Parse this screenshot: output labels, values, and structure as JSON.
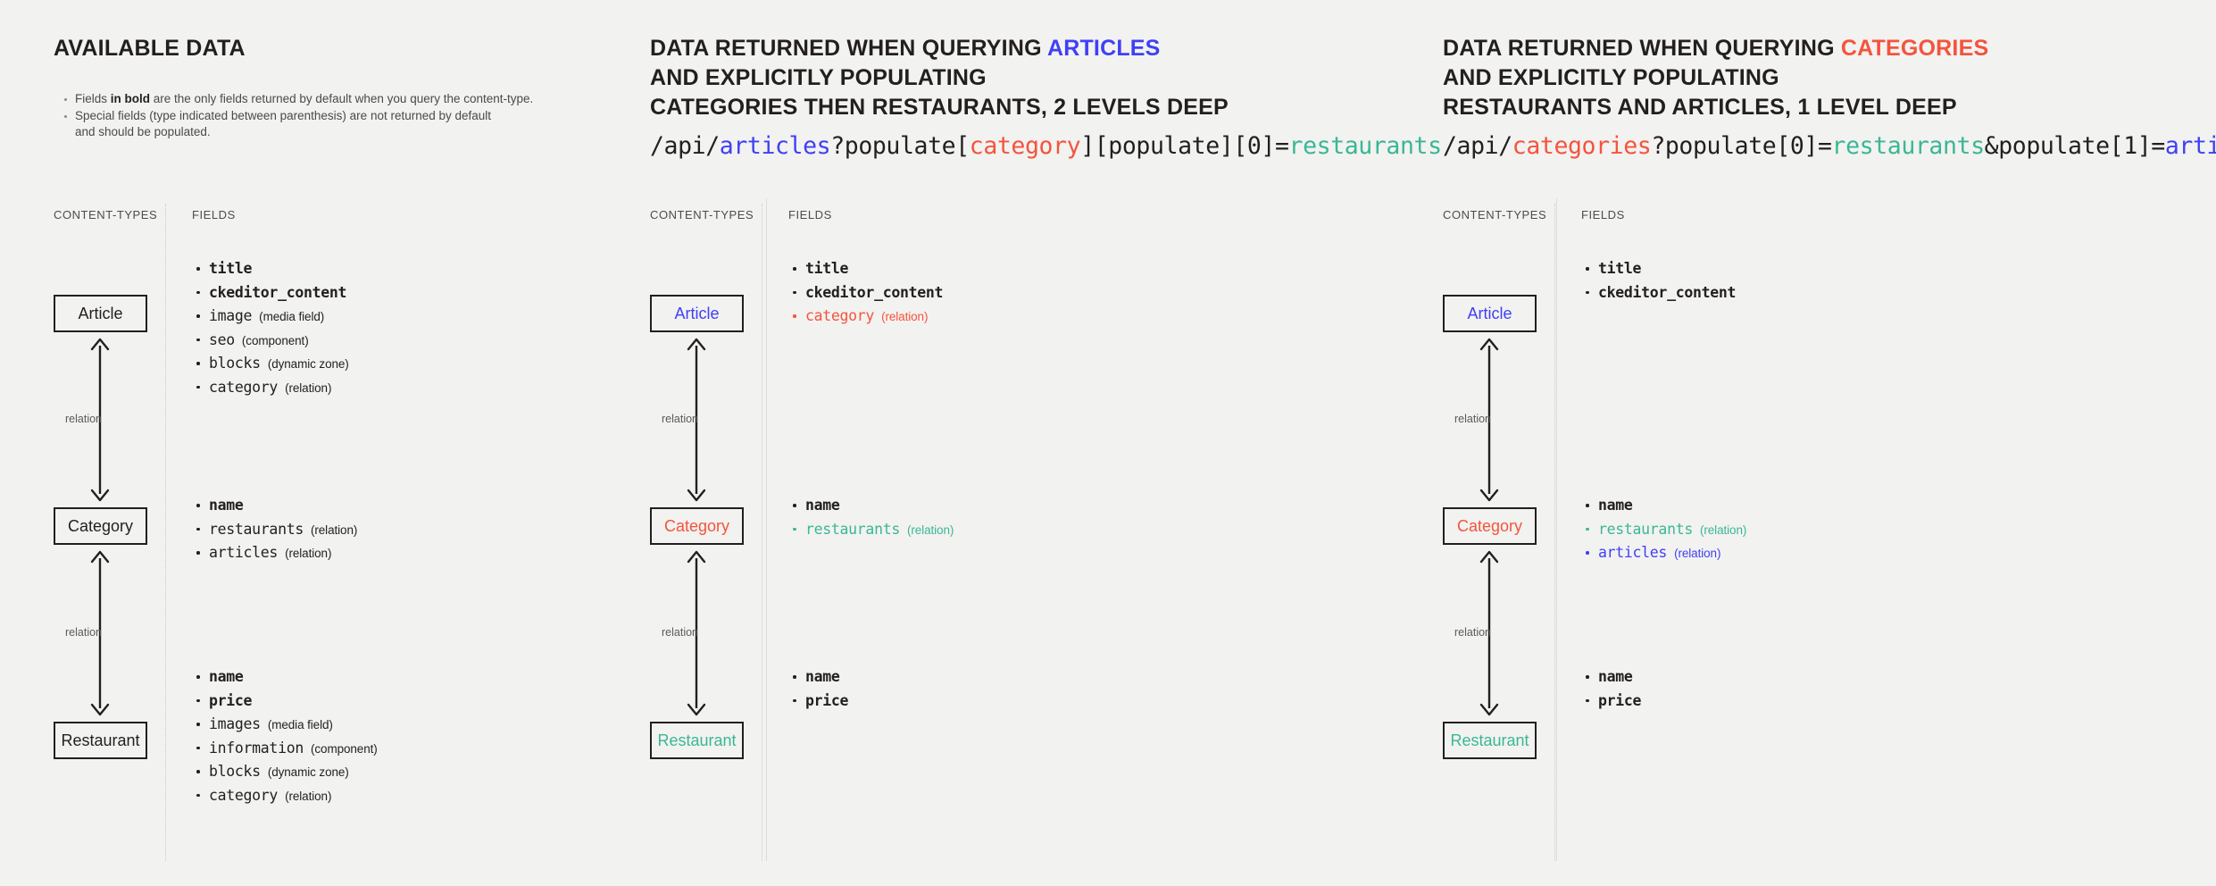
{
  "colors": {
    "background": "#f2f2f0",
    "ink": "#231f20",
    "articles": "#4040f5",
    "categories": "#f4543d",
    "restaurants": "#3ab795",
    "muted": "#5a5a5a",
    "divider": "#c9c9c6"
  },
  "common": {
    "col_content_types": "CONTENT-TYPES",
    "col_fields": "FIELDS",
    "relation_label": "relation",
    "type_media": "(media field)",
    "type_component": "(component)",
    "type_dynamic": "(dynamic zone)",
    "type_relation": "(relation)"
  },
  "panels": [
    {
      "id": "available-data",
      "title_lines": [
        [
          {
            "text": "AVAILABLE DATA",
            "color": "ink"
          }
        ]
      ],
      "bullets": [
        {
          "pre": "Fields ",
          "bold": "in bold",
          "post": " are the only fields returned by default when you query the content-type."
        },
        {
          "pre": "Special fields (type indicated between parenthesis) are not returned by default",
          "bold": "",
          "post": ""
        },
        {
          "pre": "and should be populated.",
          "bold": "",
          "post": "",
          "indent": true
        }
      ],
      "api_url": null,
      "nodes": [
        {
          "label": "Article",
          "color": "ink"
        },
        {
          "label": "Category",
          "color": "ink"
        },
        {
          "label": "Restaurant",
          "color": "ink"
        }
      ],
      "field_groups": [
        {
          "node": "Article",
          "fields": [
            {
              "name": "title",
              "type": "",
              "bold": true,
              "color": "ink"
            },
            {
              "name": "ckeditor_content",
              "type": "",
              "bold": true,
              "color": "ink"
            },
            {
              "name": "image",
              "type": "(media field)",
              "bold": false,
              "color": "ink"
            },
            {
              "name": "seo",
              "type": "(component)",
              "bold": false,
              "color": "ink"
            },
            {
              "name": "blocks",
              "type": "(dynamic zone)",
              "bold": false,
              "color": "ink"
            },
            {
              "name": "category",
              "type": "(relation)",
              "bold": false,
              "color": "ink"
            }
          ]
        },
        {
          "node": "Category",
          "fields": [
            {
              "name": "name",
              "type": "",
              "bold": true,
              "color": "ink"
            },
            {
              "name": "restaurants",
              "type": "(relation)",
              "bold": false,
              "color": "ink"
            },
            {
              "name": "articles",
              "type": "(relation)",
              "bold": false,
              "color": "ink"
            }
          ]
        },
        {
          "node": "Restaurant",
          "fields": [
            {
              "name": "name",
              "type": "",
              "bold": true,
              "color": "ink"
            },
            {
              "name": "price",
              "type": "",
              "bold": true,
              "color": "ink"
            },
            {
              "name": "images",
              "type": "(media field)",
              "bold": false,
              "color": "ink"
            },
            {
              "name": "information",
              "type": "(component)",
              "bold": false,
              "color": "ink"
            },
            {
              "name": "blocks",
              "type": "(dynamic zone)",
              "bold": false,
              "color": "ink"
            },
            {
              "name": "category",
              "type": "(relation)",
              "bold": false,
              "color": "ink"
            }
          ]
        }
      ]
    },
    {
      "id": "querying-articles",
      "title_lines": [
        [
          {
            "text": "DATA RETURNED WHEN QUERYING ",
            "color": "ink"
          },
          {
            "text": "ARTICLES",
            "color": "articles"
          }
        ],
        [
          {
            "text": "AND EXPLICITLY POPULATING",
            "color": "ink"
          }
        ],
        [
          {
            "text": "CATEGORIES THEN RESTAURANTS, 2 LEVELS DEEP",
            "color": "ink"
          }
        ]
      ],
      "bullets": [],
      "api_url": [
        {
          "text": "/api/",
          "color": "ink"
        },
        {
          "text": "articles",
          "color": "articles"
        },
        {
          "text": "?populate[",
          "color": "ink"
        },
        {
          "text": "category",
          "color": "categories"
        },
        {
          "text": "][populate][0]=",
          "color": "ink"
        },
        {
          "text": "restaurants",
          "color": "restaurants"
        }
      ],
      "nodes": [
        {
          "label": "Article",
          "color": "articles"
        },
        {
          "label": "Category",
          "color": "categories"
        },
        {
          "label": "Restaurant",
          "color": "restaurants"
        }
      ],
      "field_groups": [
        {
          "node": "Article",
          "fields": [
            {
              "name": "title",
              "type": "",
              "bold": true,
              "color": "ink"
            },
            {
              "name": "ckeditor_content",
              "type": "",
              "bold": true,
              "color": "ink"
            },
            {
              "name": "category",
              "type": "(relation)",
              "bold": false,
              "color": "categories"
            }
          ]
        },
        {
          "node": "Category",
          "fields": [
            {
              "name": "name",
              "type": "",
              "bold": true,
              "color": "ink"
            },
            {
              "name": "restaurants",
              "type": "(relation)",
              "bold": false,
              "color": "restaurants"
            }
          ]
        },
        {
          "node": "Restaurant",
          "fields": [
            {
              "name": "name",
              "type": "",
              "bold": true,
              "color": "ink"
            },
            {
              "name": "price",
              "type": "",
              "bold": true,
              "color": "ink"
            }
          ]
        }
      ]
    },
    {
      "id": "querying-categories",
      "title_lines": [
        [
          {
            "text": "DATA RETURNED WHEN QUERYING ",
            "color": "ink"
          },
          {
            "text": "CATEGORIES",
            "color": "categories"
          }
        ],
        [
          {
            "text": "AND EXPLICITLY POPULATING",
            "color": "ink"
          }
        ],
        [
          {
            "text": "RESTAURANTS AND ARTICLES, 1 LEVEL DEEP",
            "color": "ink"
          }
        ]
      ],
      "bullets": [],
      "api_url": [
        {
          "text": "/api/",
          "color": "ink"
        },
        {
          "text": "categories",
          "color": "categories"
        },
        {
          "text": "?populate[0]=",
          "color": "ink"
        },
        {
          "text": "restaurants",
          "color": "restaurants"
        },
        {
          "text": "&populate[1]=",
          "color": "ink"
        },
        {
          "text": "articles",
          "color": "articles"
        }
      ],
      "nodes": [
        {
          "label": "Article",
          "color": "articles"
        },
        {
          "label": "Category",
          "color": "categories"
        },
        {
          "label": "Restaurant",
          "color": "restaurants"
        }
      ],
      "field_groups": [
        {
          "node": "Article",
          "fields": [
            {
              "name": "title",
              "type": "",
              "bold": true,
              "color": "ink"
            },
            {
              "name": "ckeditor_content",
              "type": "",
              "bold": true,
              "color": "ink"
            }
          ]
        },
        {
          "node": "Category",
          "fields": [
            {
              "name": "name",
              "type": "",
              "bold": true,
              "color": "ink"
            },
            {
              "name": "restaurants",
              "type": "(relation)",
              "bold": false,
              "color": "restaurants"
            },
            {
              "name": "articles",
              "type": "(relation)",
              "bold": false,
              "color": "articles"
            }
          ]
        },
        {
          "node": "Restaurant",
          "fields": [
            {
              "name": "name",
              "type": "",
              "bold": true,
              "color": "ink"
            },
            {
              "name": "price",
              "type": "",
              "bold": true,
              "color": "ink"
            }
          ]
        }
      ]
    }
  ]
}
